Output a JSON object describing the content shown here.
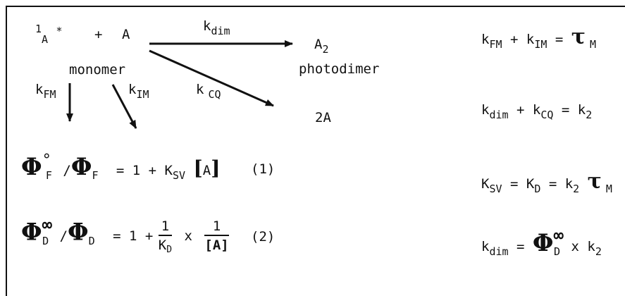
{
  "reaction": {
    "reactant_sup": "1",
    "reactant": "A",
    "star": "*",
    "plus": "+",
    "reactant2": "A",
    "k_dim_label": "k",
    "k_dim_sub": "dim",
    "product": "A",
    "product_sub": "2",
    "monomer_label": "monomer",
    "photodimer_label": "photodimer",
    "k_fm": "k",
    "k_fm_sub": "FM",
    "k_im": "k",
    "k_im_sub": "IM",
    "k_cq": "k",
    "k_cq_sub": "CQ",
    "product2": "2A"
  },
  "equations": {
    "eq1": {
      "phi": "Φ",
      "phi_sup": "°",
      "phi_sub": "F",
      "slash": "/",
      "phi2": "Φ",
      "phi2_sub": "F",
      "rhs_a": "=  1 + K",
      "rhs_sub": "SV",
      "bracket_open": "[",
      "bracket_inner": "A",
      "bracket_close": "]",
      "number": "(1)"
    },
    "eq2": {
      "phi": "Φ",
      "phi_sup": "∞",
      "phi_sub": "D",
      "slash": "/",
      "phi2": "Φ",
      "phi2_sub": "D",
      "rhs_a": "=  1 +",
      "frac1_num": "1",
      "frac1_den": "K",
      "frac1_den_sub": "D",
      "times": "x",
      "frac2_num": "1",
      "frac2_den": "[A]",
      "number": "(2)"
    }
  },
  "relations": {
    "r1": {
      "k1": "k",
      "k1_sub": "FM",
      "plus": "+",
      "k2": "k",
      "k2_sub": "IM",
      "eq": "=",
      "tau": "τ",
      "tau_sub": "M"
    },
    "r2": {
      "k1": "k",
      "k1_sub": "dim",
      "plus": "+",
      "k2": "k",
      "k2_sub": "CQ",
      "eq": "=",
      "k3": "k",
      "k3_sub": "2"
    },
    "r3": {
      "k1": "K",
      "k1_sub": "SV",
      "eq1": "=",
      "k2": "K",
      "k2_sub": "D",
      "eq2": "=",
      "k3": "k",
      "k3_sub": "2",
      "tau": "τ",
      "tau_sub": "M"
    },
    "r4": {
      "k1": "k",
      "k1_sub": "dim",
      "eq": "=",
      "phi": "Φ",
      "phi_sup": "∞",
      "phi_sub": "D",
      "times": "x",
      "k2": "k",
      "k2_sub": "2"
    }
  }
}
